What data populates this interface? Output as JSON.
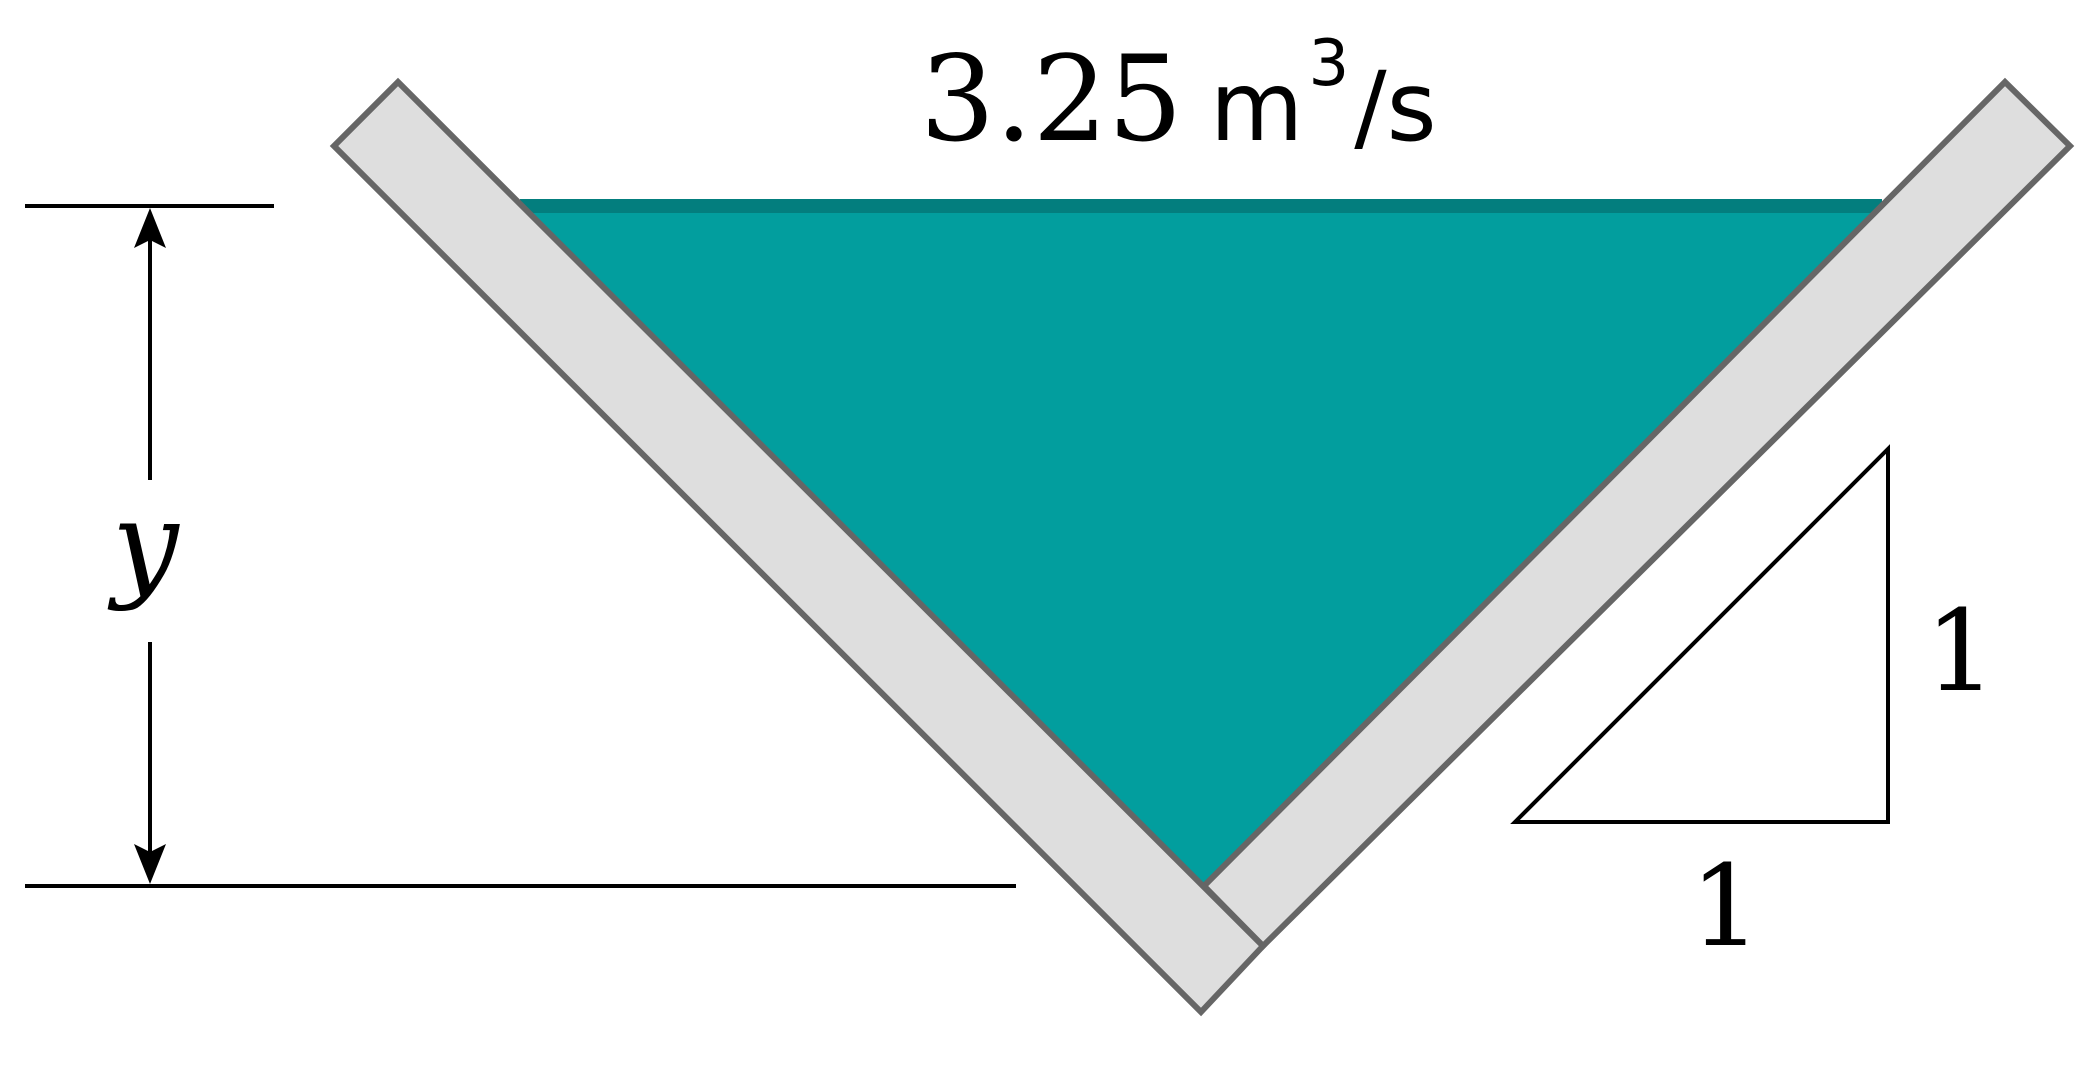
{
  "flow_rate": {
    "value": "3.25",
    "unit": "m",
    "unit_exponent": "3",
    "unit_per": "/s"
  },
  "depth_label": "y",
  "slope": {
    "rise_label": "1",
    "run_label": "1"
  },
  "colors": {
    "water": "#029e9e",
    "water_surface": "#037e7e",
    "channel_wall": "#dedede",
    "wall_outline": "#666666"
  }
}
